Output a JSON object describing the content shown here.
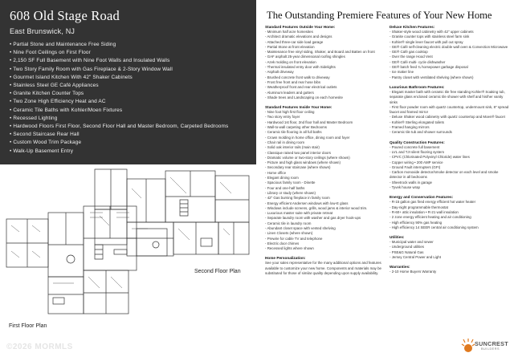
{
  "listing": {
    "title": "608 Old Stage Road",
    "city": "East Brunswick, NJ",
    "features": [
      "Partial Stone and Maintenance Free Siding",
      "Nine Foot Ceilings on First Floor",
      "2,150 SF Full Basement with Nine Foot Walls and Insulated Walls",
      "Two Story Family Room with Gas Fireplace & 2-Story Window Wall",
      "Gourmet Island Kitchen With 42\" Shaker Cabinets",
      "Stainless Steel GE Café Appliances",
      "Granite Kitchen Counter Tops",
      "Two Zone High Efficiency Heat and AC",
      "Ceramic Tile Baths with Kohler/Moen Fixtures",
      "Recessed Lighting",
      "Hardwood Floors First Floor, Second Floor Hall and Master Bedroom, Carpeted Bedrooms",
      "Second Staircase Rear Hall",
      "Custom Wood Trim Package",
      "Walk-Up Basement Entry"
    ]
  },
  "plans": {
    "first_floor_label": "First Floor Plan",
    "second_floor_label": "Second Floor Plan"
  },
  "watermark": "©2026 MORMLS",
  "spec": {
    "title": "The Outstanding Premiere Features of Your New Home",
    "left_sections": [
      {
        "heading": "Standard Features Outside Your Home:",
        "items": [
          "Minimum half acre homesites",
          "Architect dramatic elevations and designs",
          "Attached three-car side load garage",
          "Partial Stone at front elevation",
          "Maintenance free vinyl siding, Shaker, and Board and Batten on front",
          "GAF asphalt 25-year dimensional roofing shingles",
          "Azek molding on front elevation",
          "Thermal insulated entry door with Sidelights",
          "Asphalt driveway",
          "Brushed concrete front walk to driveway",
          "Frost free front and rear hose bibs",
          "Weatherproof front and rear electrical outlets",
          "Aluminum leaders and gutters",
          "Shade trees and Landscaping on each homesite"
        ]
      },
      {
        "heading": "Standard Features Inside Your Home:",
        "items": [
          "Nine foot high first floor ceiling",
          "Two story entry foyer",
          "Hardwood 1st floor, 2nd floor hall and Master Bedroom",
          "Wall-to-wall carpeting other Bedrooms",
          "Ceramic tile flooring in all full baths",
          "Crown molding in home office, dining room and foyer",
          "Chair rail in dining room",
          "Solid oak interior rails (main stair)",
          "Classique raised two panel interior doors",
          "Dramatic volume or two-story ceilings (where shown)",
          "Picture and high glass windows (where shown)",
          "Secondary rear staircase (where shown)",
          "Home office",
          "Elegant dining room",
          "Spacious family room - Dinette",
          "Four and one-half baths",
          "Library or study (where shown)",
          "42\" Gas burning fireplace in family room",
          "Energy efficient Andersen windows with low-E glass",
          "Windows include screens, grills, wood jams & interior wood trim.",
          "Luxurious master suite with private retreat",
          "Separate laundry room with washer and gas dryer hook-ups",
          "Ceramic tile in laundry room",
          "Abundant closet space with vented shelving",
          "Linen Closets (where shown)",
          "Prewire for cable TV and telephone",
          "Electric door chimes",
          "Recessed lights where shown"
        ]
      },
      {
        "heading": "Home Personalization:",
        "text": "See your sales representative for the many additional options and features available to customize your new home. Components and materials may be substituted for those of similar quality depending upon supply availability."
      }
    ],
    "right_sections": [
      {
        "heading": "Deluxe Kitchen Features:",
        "items": [
          "Shaker-style wood cabinetry with 42\" upper cabinets",
          "Granite counter tops with stainless steel farm sink",
          "Kohler® single lever faucet with pull out spray",
          "GE® Café self-cleaning electric double wall oven & Convection Microwave",
          "GE® Café gas cooktop",
          "Over the range Hood Vent",
          "GE® Café multi- cycle dishwasher",
          "GE® batch feed ¾ horsepower garbage disposal",
          "Ice maker line",
          "Pantry closet with ventilated shelving (where shown)"
        ]
      },
      {
        "heading": "Luxurious Bathroom Features:",
        "items": [
          "Elegant master bath with ceramic tile free standing Kohler® Soaking tub, separate glass enclosed ceramic tile shower with shelf and his/her vanity sinks",
          "First floor powder room with quartz countertop, undermount sink, 8\" spread faucet and framed mirror",
          "Deluxe Shaker wood cabinetry with quartz countertop and Moen® faucet",
          "Kohler® Sterling elongated toilets",
          "Framed hanging mirrors",
          "Ceramic tile tub and shower surrounds"
        ]
      },
      {
        "heading": "Quality Construction Features:",
        "items": [
          "Poured concrete full basement",
          "LVL and TJI silent flooring system",
          "CPVC (Chlorinated Polyvinyl Chloride) water lines",
          "Copper wiring • 200 AMP service",
          "Ground Fault interrupters (GFI)",
          "Carbon monoxide detector/smoke detector on each level and smoke detector in all bedrooms",
          "Sheetrock walls in garage",
          "Tyvek house wrap"
        ]
      },
      {
        "heading": "Energy and Conservation Features:",
        "items": [
          "R-15 gallon gas fired energy efficient hot water heater",
          "Day-night programmable thermostat",
          "R-60+ attic insulation • R-21 wall insulation",
          "2 zone energy efficient heating and air conditioning",
          "High efficiency 90% gas heating",
          "High efficiency 14 SEER central air conditioning system"
        ]
      },
      {
        "heading": "Utilities:",
        "items": [
          "Municipal water and sewer",
          "Underground utilities",
          "PSE&G Natural Gas",
          "Jersey Central Power and Light"
        ]
      },
      {
        "heading": "Warranties:",
        "items": [
          "2-10 Home Buyers Warranty"
        ]
      }
    ]
  },
  "logo": {
    "name": "SUNCREST",
    "sub": "BUILDERS",
    "color": "#e07a1f"
  },
  "colors": {
    "panel_bg": "#333333",
    "accent": "#e07a1f"
  }
}
